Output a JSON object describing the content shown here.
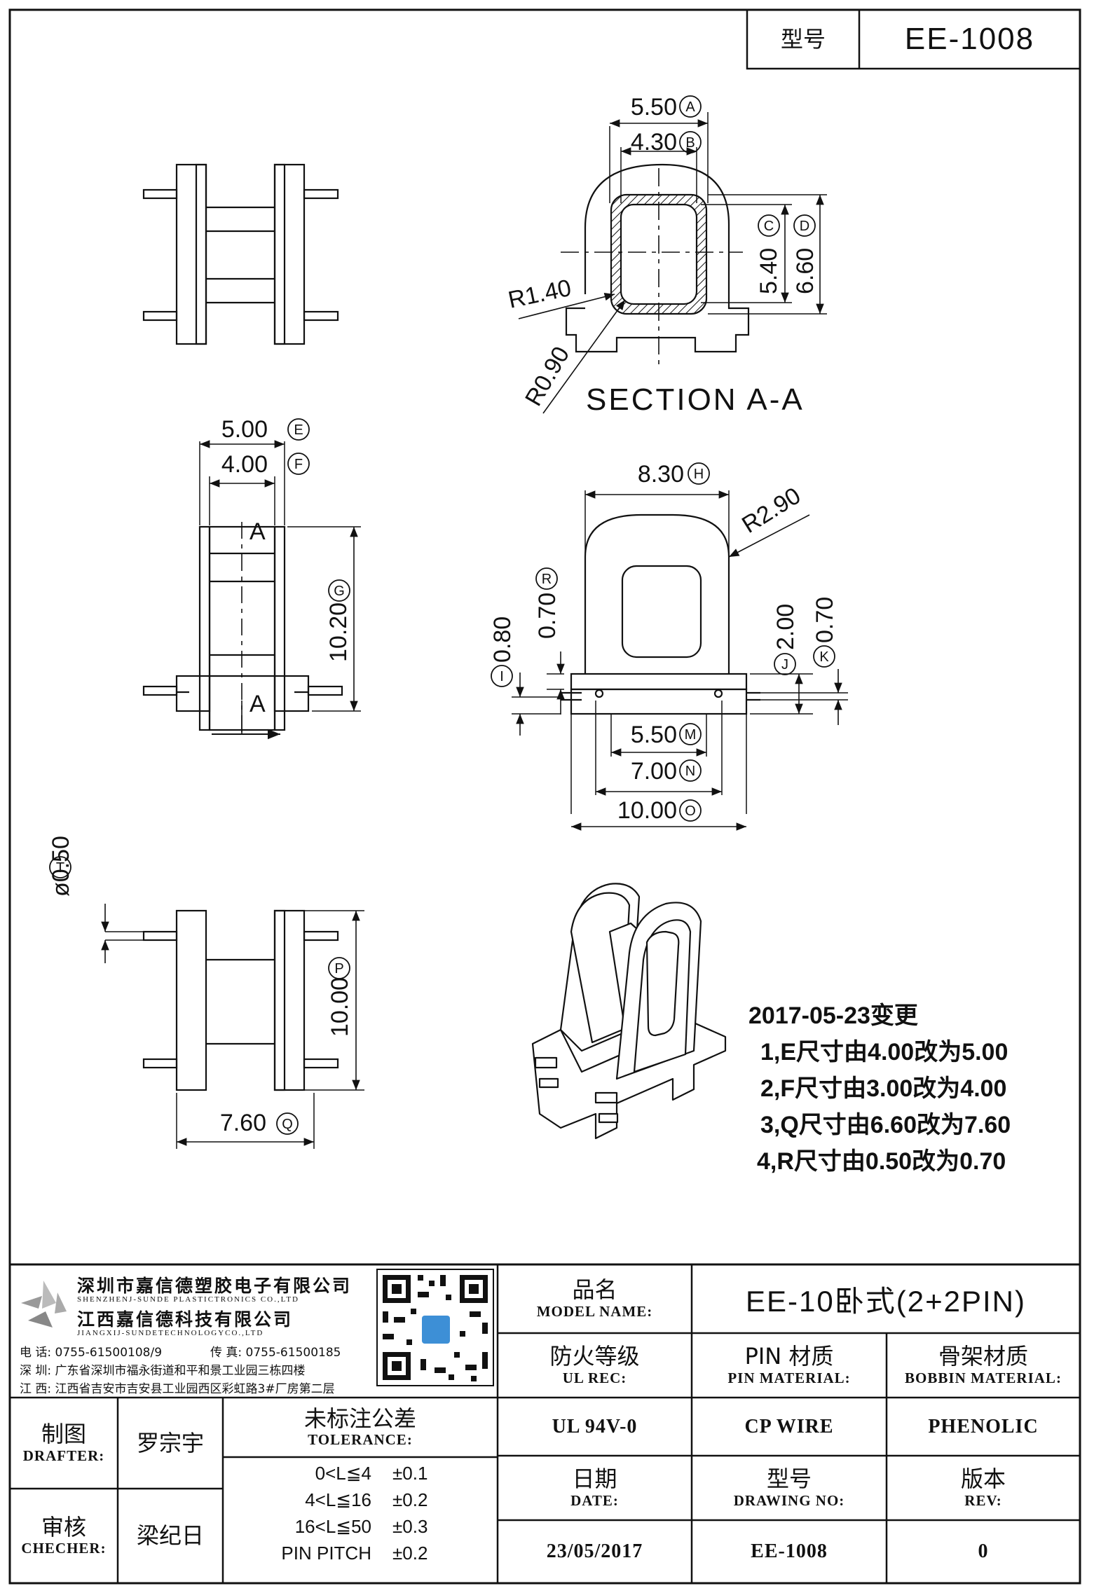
{
  "header": {
    "label_model": "型号",
    "model": "EE-1008"
  },
  "dims": {
    "A": "5.50",
    "B": "4.30",
    "C": "5.40",
    "D": "6.60",
    "r140": "R1.40",
    "r090": "R0.90",
    "section": "SECTION A-A",
    "E": "5.00",
    "F": "4.00",
    "G": "10.20",
    "sec_mark": "A",
    "H": "8.30",
    "r290": "R2.90",
    "R": "0.70",
    "I": "0.80",
    "J": "2.00",
    "K": "0.70",
    "M": "5.50",
    "N": "7.00",
    "O": "10.00",
    "T": "ø0.50",
    "P": "10.00",
    "Q": "7.60"
  },
  "letters": {
    "A": "A",
    "B": "B",
    "C": "C",
    "D": "D",
    "E": "E",
    "F": "F",
    "G": "G",
    "H": "H",
    "R": "R",
    "I": "I",
    "J": "J",
    "K": "K",
    "M": "M",
    "N": "N",
    "O": "O",
    "T": "T",
    "P": "P",
    "Q": "Q"
  },
  "notes": [
    "2017-05-23变更",
    "1,E尺寸由4.00改为5.00",
    "2,F尺寸由3.00改为4.00",
    "3,Q尺寸由6.60改为7.60",
    "4,R尺寸由0.50改为0.70"
  ],
  "company": {
    "name_sz": "深圳市嘉信德塑胶电子有限公司",
    "name_sz_en": "SHENZHENJ-SUNDE PLASTICTRONICS CO.,LTD",
    "name_jx": "江西嘉信德科技有限公司",
    "name_jx_en": "JIANGXIJ-SUNDETECHNOLOGYCO.,LTD",
    "tel": "电 话: 0755-61500108/9",
    "fax": "传 真: 0755-61500185",
    "addr_sz": "深 圳: 广东省深圳市福永街道和平和景工业园三栋四楼",
    "addr_jx": "江 西: 江西省吉安市吉安县工业园西区彩虹路3#厂房第二层"
  },
  "titleblock": {
    "model_name_zh": "品名",
    "model_name_en": "MODEL NAME:",
    "model_name_val": "EE-10卧式(2+2PIN)",
    "ul_zh": "防火等级",
    "ul_en": "UL REC:",
    "ul_val": "UL 94V-0",
    "pin_zh": "PIN 材质",
    "pin_en": "PIN MATERIAL:",
    "pin_val": "CP WIRE",
    "bobbin_zh": "骨架材质",
    "bobbin_en": "BOBBIN MATERIAL:",
    "bobbin_val": "PHENOLIC",
    "drafter_zh": "制图",
    "drafter_en": "DRAFTER:",
    "drafter_val": "罗宗宇",
    "checker_zh": "审核",
    "checker_en": "CHECHER:",
    "checker_val": "梁纪日",
    "tol_zh": "未标注公差",
    "tol_en": "TOLERANCE:",
    "tolerances": [
      {
        "range": "0<L≦4",
        "val": "±0.1"
      },
      {
        "range": "4<L≦16",
        "val": "±0.2"
      },
      {
        "range": "16<L≦50",
        "val": "±0.3"
      },
      {
        "range": "PIN PITCH",
        "val": "±0.2"
      }
    ],
    "date_zh": "日期",
    "date_en": "DATE:",
    "date_val": "23/05/2017",
    "dwg_zh": "型号",
    "dwg_en": "DRAWING NO:",
    "dwg_val": "EE-1008",
    "rev_zh": "版本",
    "rev_en": "REV:",
    "rev_val": "0"
  }
}
